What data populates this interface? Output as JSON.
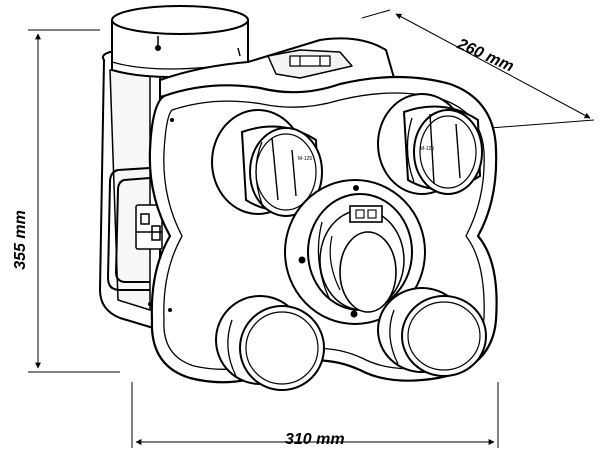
{
  "dimensions": {
    "height": "355 mm",
    "width": "310 mm",
    "depth": "260 mm"
  },
  "colors": {
    "line": "#000000",
    "fill": "#ffffff",
    "light_fill": "#f2f2f2"
  }
}
